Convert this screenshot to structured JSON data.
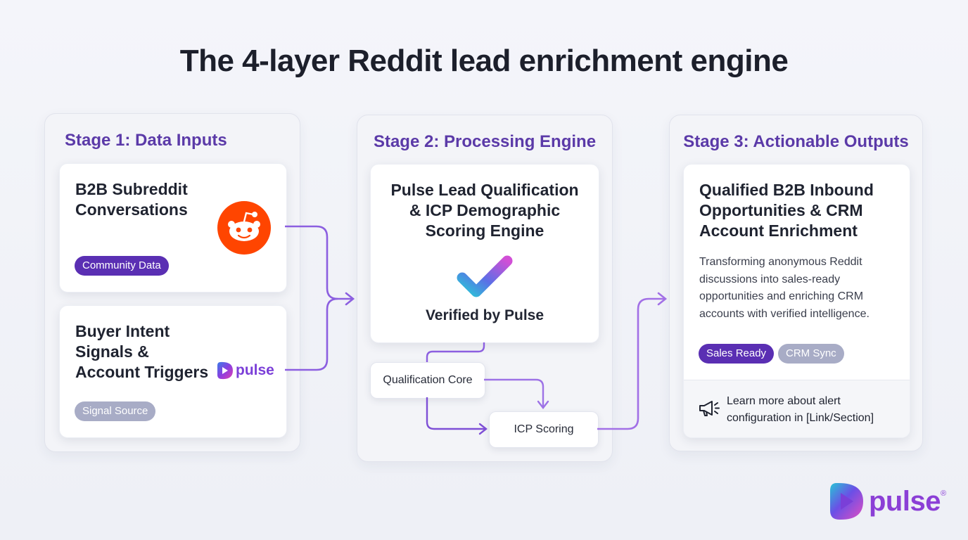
{
  "title": "The 4-layer Reddit lead enrichment engine",
  "stage1": {
    "title": "Stage 1: Data Inputs",
    "card1": {
      "title_line1": "B2B Subreddit",
      "title_line2": "Conversations",
      "tag": "Community Data",
      "icon": "reddit-icon"
    },
    "card2": {
      "title_line1": "Buyer Intent",
      "title_line2": "Signals &",
      "title_line3": "Account Triggers",
      "tag": "Signal Source",
      "logo_text": "pulse"
    }
  },
  "stage2": {
    "title": "Stage 2: Processing Engine",
    "card": {
      "title_line1": "Pulse Lead Qualification",
      "title_line2": "& ICP Demographic",
      "title_line3": "Scoring Engine",
      "verified": "Verified by Pulse",
      "icon": "checkmark-icon"
    },
    "node_core": "Qualification Core",
    "node_icp": "ICP Scoring"
  },
  "stage3": {
    "title": "Stage 3: Actionable Outputs",
    "card": {
      "title_line1": "Qualified B2B Inbound",
      "title_line2": "Opportunities & CRM",
      "title_line3": "Account Enrichment",
      "desc_line1": "Transforming anonymous Reddit",
      "desc_line2": "discussions into sales-ready",
      "desc_line3": "opportunities and enriching CRM",
      "desc_line4": "accounts with verified intelligence.",
      "tag1": "Sales Ready",
      "tag2": "CRM Sync",
      "footer_line1": "Learn more about alert",
      "footer_line2": "configuration in [Link/Section]",
      "footer_icon": "megaphone-icon"
    }
  },
  "brand": {
    "logo_text": "pulse",
    "registered": "®"
  },
  "colors": {
    "accent": "#5b3aa8",
    "connector": "#9a6be0",
    "reddit": "#ff4500",
    "tag_purple": "#5a2fb3",
    "tag_grey": "#a8acc6"
  }
}
